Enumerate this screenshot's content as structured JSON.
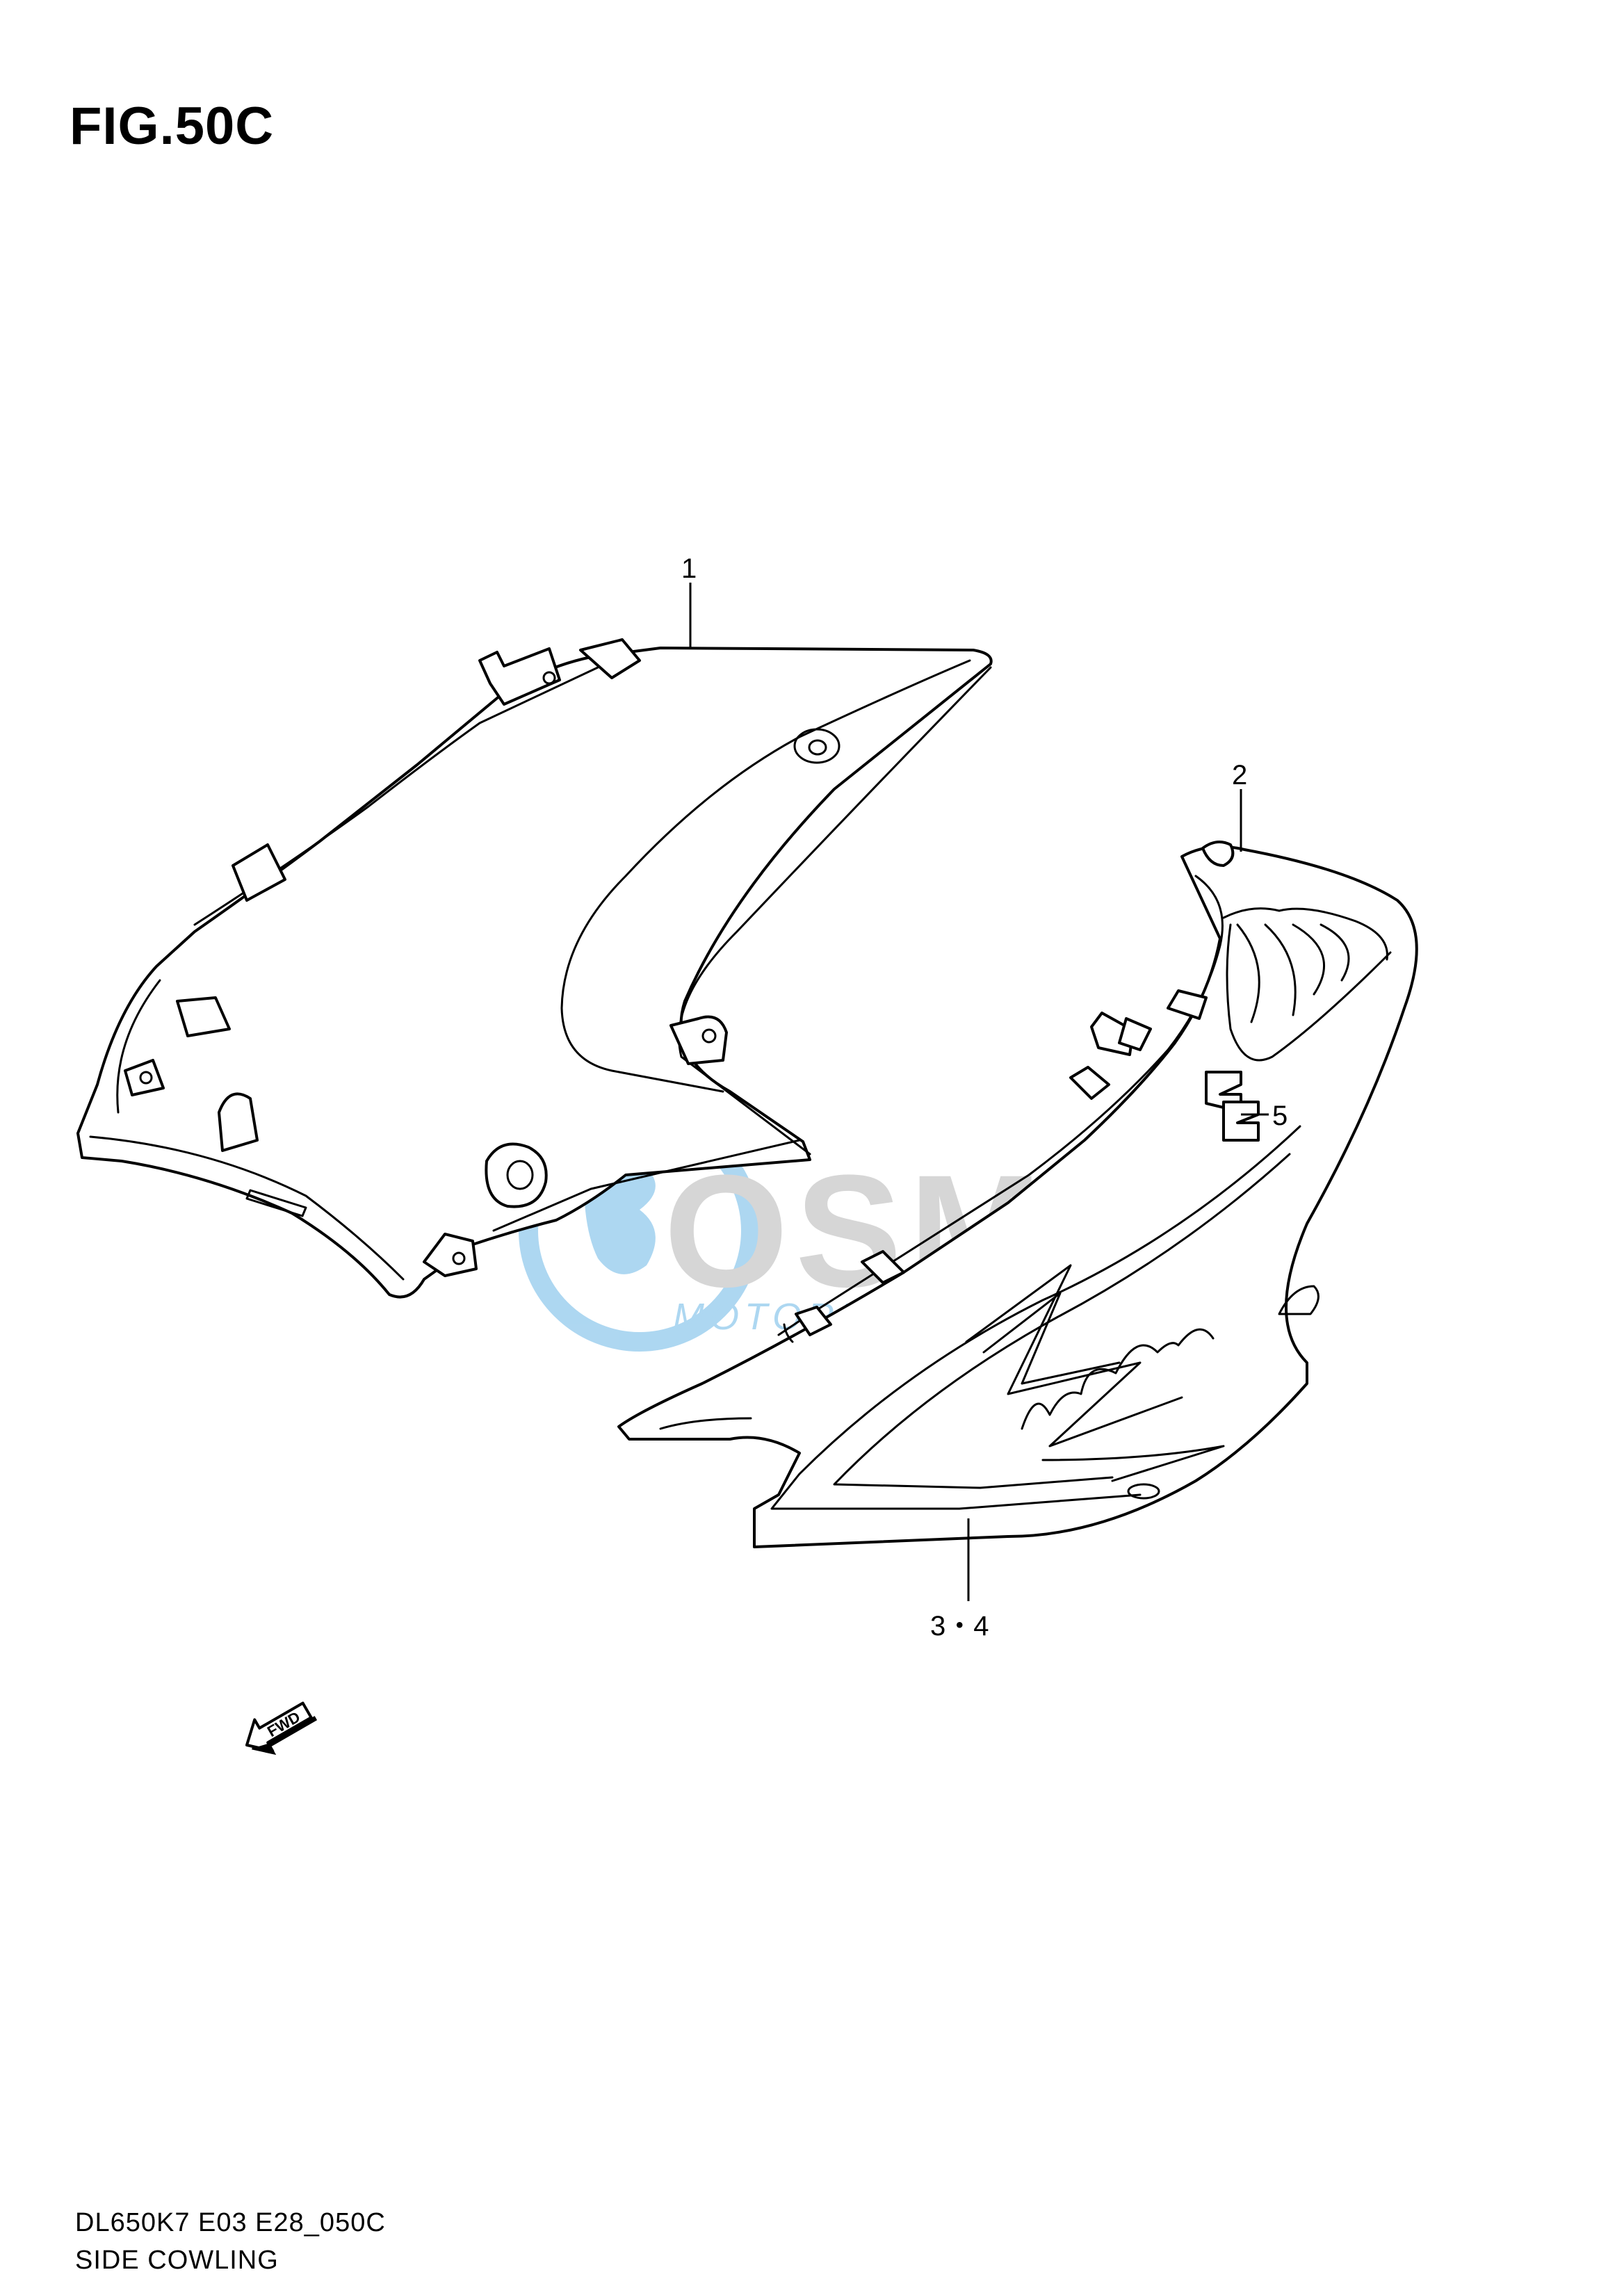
{
  "figure": {
    "title": "FIG.50C",
    "code": "DL650K7 E03 E28_050C",
    "name": "SIDE COWLING"
  },
  "callouts": [
    {
      "id": "callout-1",
      "label": "1"
    },
    {
      "id": "callout-2",
      "label": "2"
    },
    {
      "id": "callout-3-4",
      "label": "3・4"
    },
    {
      "id": "callout-5",
      "label": "5"
    }
  ],
  "direction_arrow": {
    "label": "FWD"
  },
  "watermark": {
    "brand": "OSM",
    "tagline": "MOTORPORTS"
  },
  "colors": {
    "line": "#000000",
    "watermark_blue": "#6bb7e6",
    "watermark_gray": "#b5b5b5"
  }
}
